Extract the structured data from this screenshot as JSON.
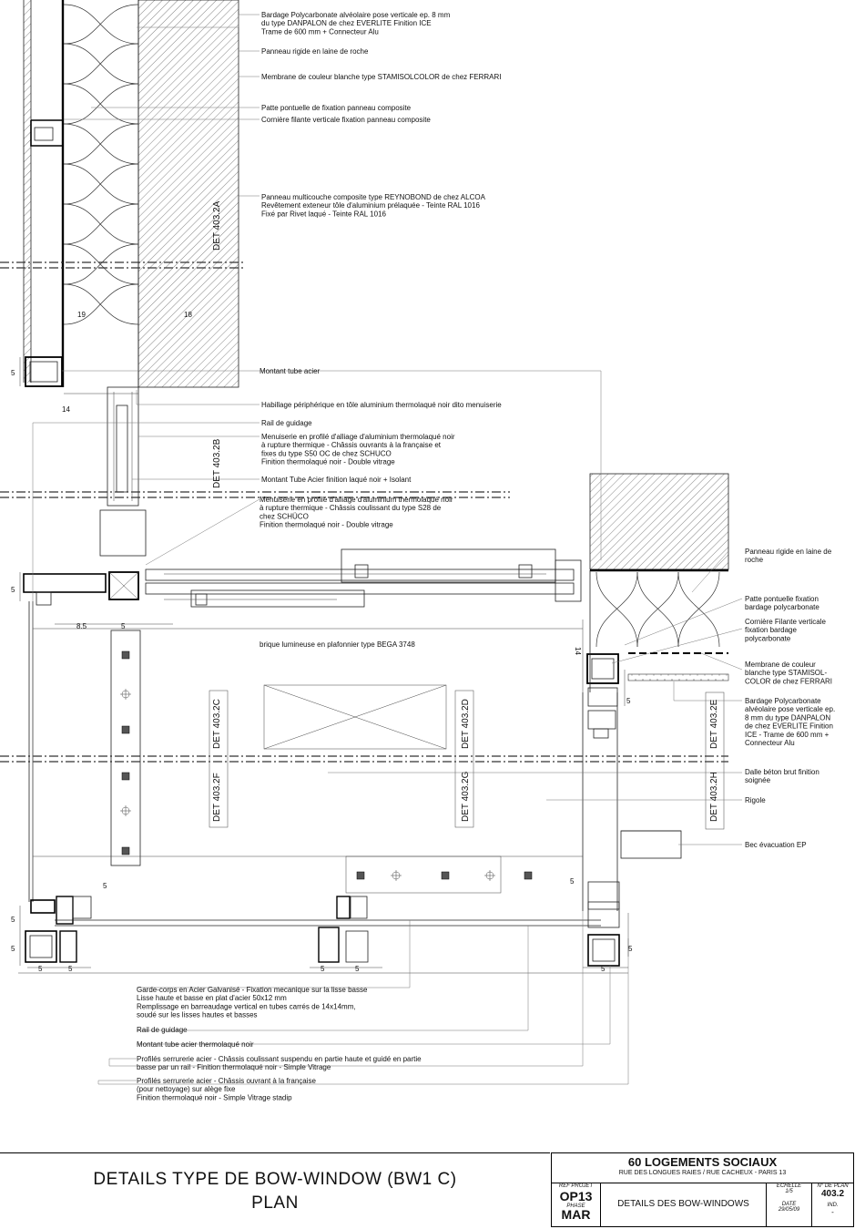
{
  "drawing": {
    "annotations_top": [
      {
        "id": "a1",
        "lines": [
          "Bardage Polycarbonate alvéolaire pose verticale ep. 8 mm",
          "du type DANPALON de chez EVERLITE Finition ICE",
          "Trame de 600 mm + Connecteur Alu"
        ]
      },
      {
        "id": "a2",
        "lines": [
          "Panneau rigide en laine de roche"
        ]
      },
      {
        "id": "a3",
        "lines": [
          "Membrane de couleur blanche type STAMISOLCOLOR de chez FERRARI"
        ]
      },
      {
        "id": "a4",
        "lines": [
          "Patte pontuelle de fixation panneau composite"
        ]
      },
      {
        "id": "a5",
        "lines": [
          "Cornière filante verticale fixation panneau composite"
        ]
      },
      {
        "id": "a6",
        "lines": [
          "Panneau multicouche composite type REYNOBOND de chez ALCOA",
          "Revêtement exteneur tôle d'aluminium prélaquée - Teinte RAL 1016",
          "Fixé par Rivet laqué - Teinte RAL 1016"
        ]
      },
      {
        "id": "a7",
        "lines": [
          "Montant tube acier"
        ]
      },
      {
        "id": "a8",
        "lines": [
          "Habillage périphérique en tôle aluminium thermolaqué noir dito menuiserie"
        ]
      },
      {
        "id": "a9",
        "lines": [
          "Rail de guidage"
        ]
      },
      {
        "id": "a10",
        "lines": [
          "Menuiserie en profilé d'alliage d'aluminium thermolaqué noir",
          "à rupture thermique - Châssis ouvrants à la française et",
          "fixes du type S50 OC de chez SCHUCO",
          "Finition thermolaqué noir - Double vitrage"
        ]
      },
      {
        "id": "a11",
        "lines": [
          "Montant Tube Acier finition laqué noir + Isolant"
        ]
      },
      {
        "id": "a12",
        "lines": [
          "Menuiserie en profilé d'alliage d'aluminium thermolaqué noir",
          "à rupture thermique - Châssis coulissant du type S28 de",
          "chez SCHÜCO",
          "Finition thermolaqué noir - Double vitrage"
        ]
      },
      {
        "id": "a13",
        "lines": [
          "brique lumineuse en plafonnier type BEGA 3748"
        ]
      }
    ],
    "annotations_right": [
      {
        "id": "r1",
        "lines": [
          "Panneau rigide en laine de",
          "roche"
        ]
      },
      {
        "id": "r2",
        "lines": [
          "Patte pontuelle fixation",
          "bardage polycarbonate"
        ]
      },
      {
        "id": "r3",
        "lines": [
          "Cornière Filante verticale",
          "fixation bardage",
          "polycarbonate"
        ]
      },
      {
        "id": "r4",
        "lines": [
          "Membrane de couleur",
          "blanche type STAMISOL-",
          "COLOR de chez FERRARI"
        ]
      },
      {
        "id": "r5",
        "lines": [
          "Bardage Polycarbonate",
          "alvéolaire pose verticale ep.",
          "8 mm du type DANPALON",
          "de chez EVERLITE Finition",
          "ICE - Trame de 600 mm +",
          "Connecteur Alu"
        ]
      },
      {
        "id": "r6",
        "lines": [
          "Dalle  béton brut finition",
          "soignée"
        ]
      },
      {
        "id": "r7",
        "lines": [
          "Rigole"
        ]
      },
      {
        "id": "r8",
        "lines": [
          "Bec évacuation EP"
        ]
      }
    ],
    "annotations_bottom": [
      {
        "id": "b1",
        "lines": [
          "Garde-corps en Acier Galvanisé - Fixation mecanique sur  la lisse basse",
          "Lisse haute et basse en plat d'acier 50x12 mm",
          "Remplissage en barreaudage vertical en tubes carrés de 14x14mm,",
          "soudé sur les lisses hautes et basses"
        ]
      },
      {
        "id": "b2",
        "lines": [
          "Rail de guidage"
        ]
      },
      {
        "id": "b3",
        "lines": [
          "Montant tube acier thermolaqué noir"
        ]
      },
      {
        "id": "b4",
        "lines": [
          "Profilés serrurerie acier - Châssis coulissant suspendu en partie haute  et guidé en partie",
          "basse par un rail - Finition thermolaqué noir - Simple Vitrage"
        ]
      },
      {
        "id": "b5",
        "lines": [
          "Profilés serrurerie acier - Châssis ouvrant à la française",
          "(pour nettoyage) sur alège fixe",
          "Finition thermolaqué noir - Simple Vitrage stadip"
        ]
      }
    ],
    "detail_refs": [
      "DET 403.2A",
      "DET 403.2B",
      "DET 403.2C",
      "DET 403.2D",
      "DET 403.2E",
      "DET 403.2F",
      "DET 403.2G",
      "DET 403.2H"
    ],
    "dimensions": {
      "d19": "19",
      "d18": "18",
      "d5a": "5",
      "d14a": "14",
      "d5b": "5",
      "d85": "8.5",
      "d5c": "5",
      "d14b": "14",
      "d5d": "5",
      "d5e": "5",
      "d5f": "5",
      "d5g": "5",
      "d5h": "5",
      "d5i": "5",
      "d5j": "5",
      "d5k": "5",
      "d5l": "5",
      "d5m": "5",
      "d5n": "5"
    }
  },
  "title": {
    "line1": "DETAILS TYPE DE BOW-WINDOW (BW1 C)",
    "line2": "PLAN"
  },
  "cartouche": {
    "project": "60 LOGEMENTS SOCIAUX",
    "address": "RUE DES LONGUES RAIES / RUE CACHEUX - PARIS 13",
    "ref_label": "REF PROJET",
    "ref_value": "OP13",
    "phase_label": "PHASE",
    "phase_value": "MAR",
    "sheet_title": "DETAILS DES BOW-WINDOWS",
    "scale_label": "ECHELLE",
    "scale_value": "1/5",
    "date_label": "DATE",
    "date_value": "29/05/09",
    "plan_label": "N° DE PLAN",
    "plan_value": "403.2",
    "ind_label": "IND.",
    "ind_value": "-"
  }
}
